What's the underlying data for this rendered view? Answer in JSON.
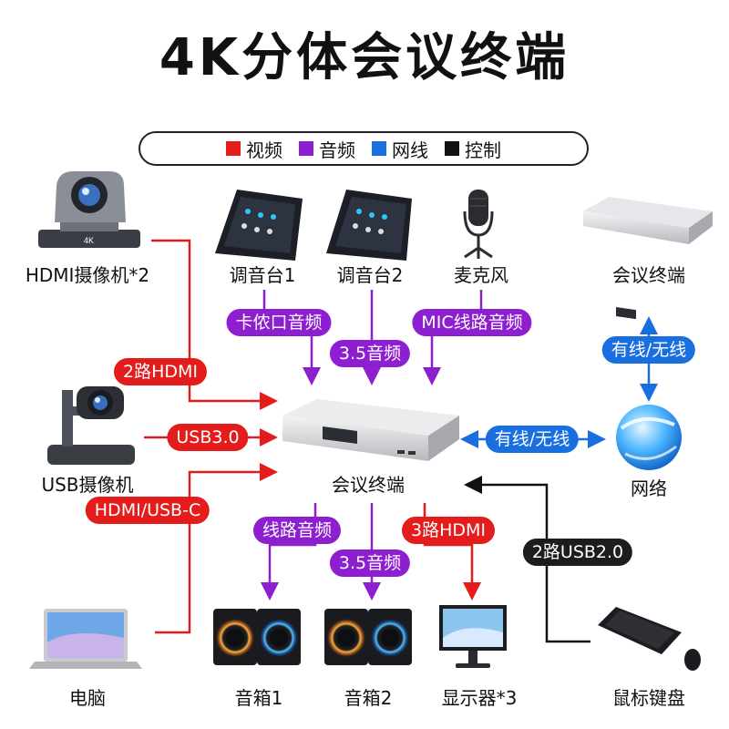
{
  "title": "4K分体会议终端",
  "legend": [
    {
      "label": "视频",
      "color": "#e41c1c"
    },
    {
      "label": "音频",
      "color": "#8e1fd0"
    },
    {
      "label": "网线",
      "color": "#1a6fe0"
    },
    {
      "label": "控制",
      "color": "#111111"
    }
  ],
  "colors": {
    "video": "#e41c1c",
    "audio": "#8e1fd0",
    "network": "#1a6fe0",
    "control": "#111111"
  },
  "camera_badge": "4K",
  "devices": {
    "hdmi_camera": "HDMI摄像机*2",
    "mixer1": "调音台1",
    "mixer2": "调音台2",
    "microphone": "麦克风",
    "remote_terminal": "会议终端",
    "usb_camera": "USB摄像机",
    "main_terminal": "会议终端",
    "network": "网络",
    "computer": "电脑",
    "speaker1": "音箱1",
    "speaker2": "音箱2",
    "display": "显示器*3",
    "keyboard_mouse": "鼠标键盘"
  },
  "connections": {
    "mixer1": "卡侬口音频",
    "mixer2": "3.5音频",
    "microphone": "MIC线路音频",
    "hdmi_camera": "2路HDMI",
    "usb_camera": "USB3.0",
    "computer": "HDMI/USB-C",
    "network_vertical": "有线/无线",
    "network_horizontal": "有线/无线",
    "line_audio": "线路音频",
    "speaker_35": "3.5音频",
    "display": "3路HDMI",
    "usb_control": "2路USB2.0"
  }
}
